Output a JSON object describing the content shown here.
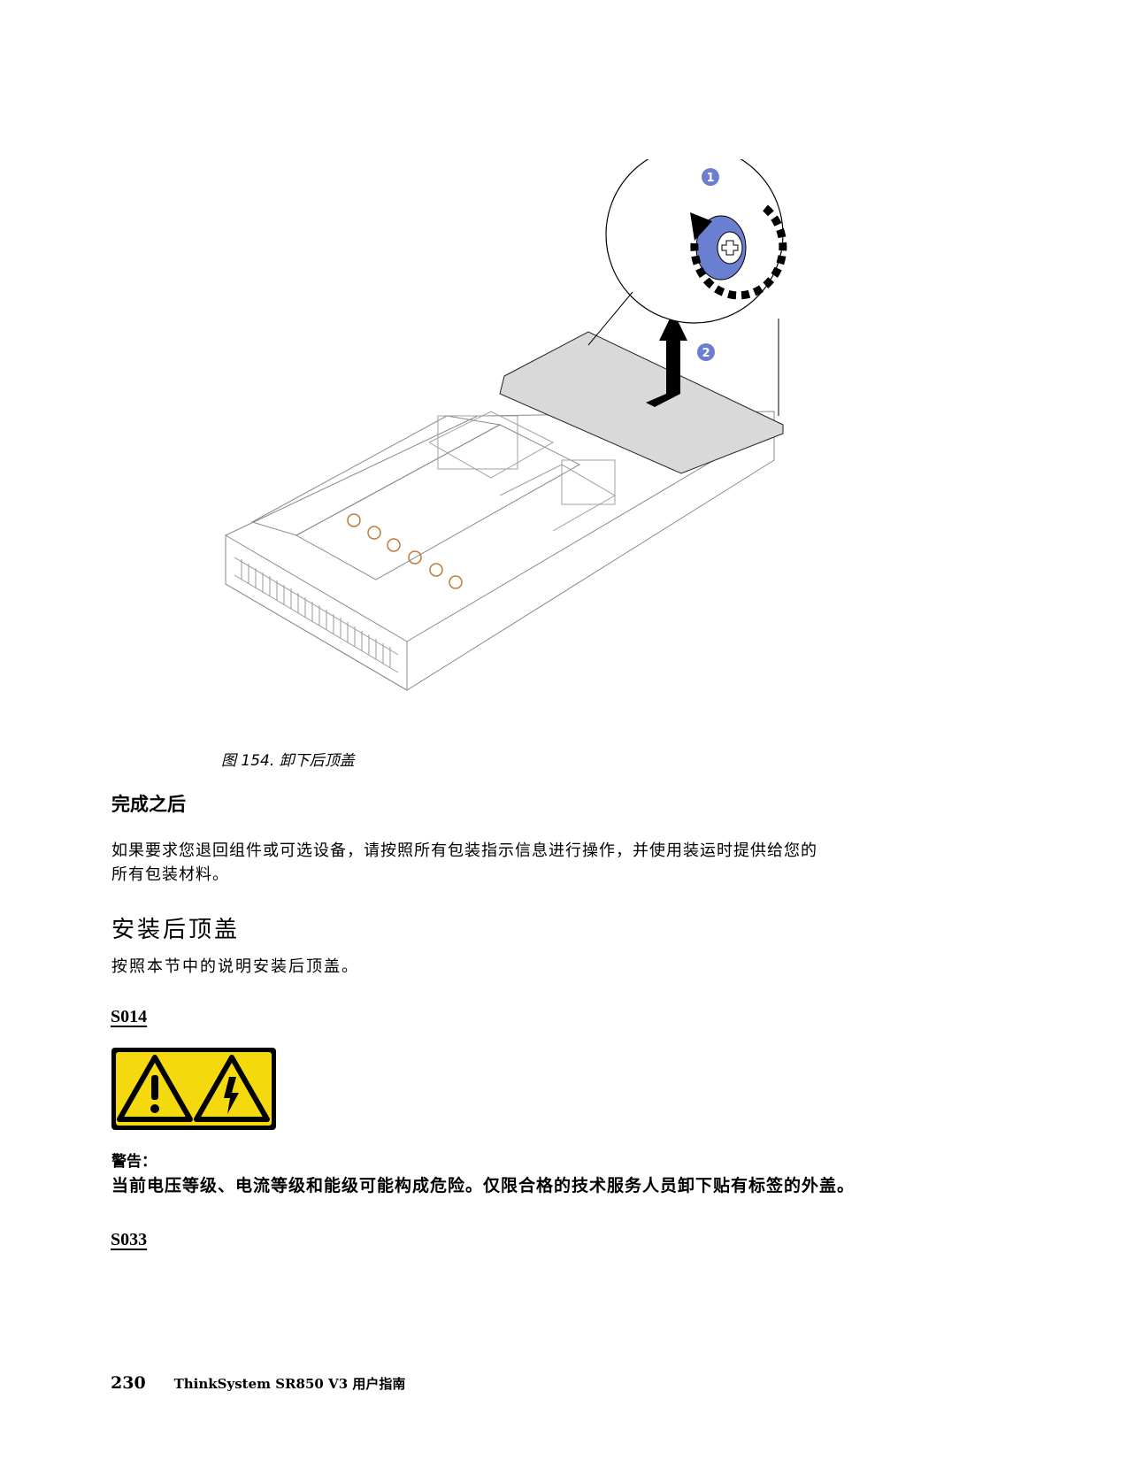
{
  "figure": {
    "caption": "图 154.  卸下后顶盖",
    "callouts": [
      "1",
      "2"
    ],
    "callout_color": "#6b7fd0",
    "cover_color": "#d9d9d9"
  },
  "after_section": {
    "heading": "完成之后",
    "body_lines": [
      "如果要求您退回组件或可选设备，请按照所有包装指示信息进行操作，并使用装运时提供给您的",
      "所有包装材料。"
    ]
  },
  "install_section": {
    "heading": "安装后顶盖",
    "intro": "按照本节中的说明安装后顶盖。"
  },
  "statements": [
    {
      "id": "S014",
      "label_color": "#f5d90f",
      "icons": [
        "caution-icon",
        "electrical-hazard-icon"
      ],
      "warning_title": "警告：",
      "warning_text": "当前电压等级、电流等级和能级可能构成危险。仅限合格的技术服务人员卸下贴有标签的外盖。"
    },
    {
      "id": "S033"
    }
  ],
  "footer": {
    "page_number": "230",
    "doc_title": "ThinkSystem SR850 V3 用户指南"
  }
}
